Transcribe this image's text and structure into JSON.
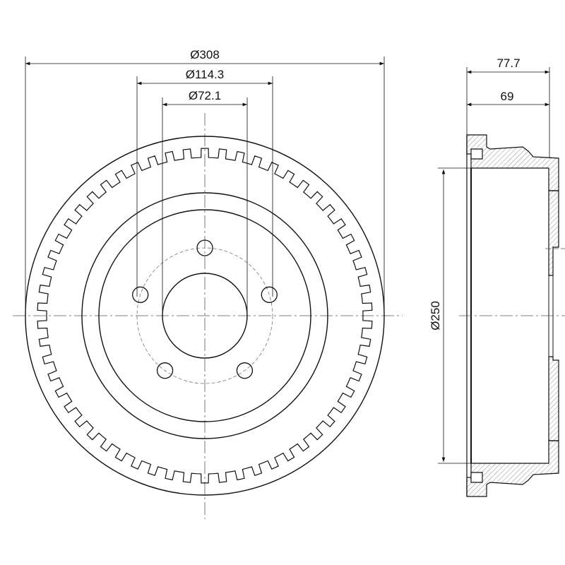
{
  "drawing": {
    "title": "Brake drum technical drawing",
    "dimensions": {
      "outer_diameter": "Ø308",
      "bolt_circle": "Ø114.3",
      "center_bore": "Ø72.1",
      "total_height": "77.7",
      "drum_height": "69",
      "friction_diameter": "Ø250"
    },
    "bolt_holes": 5,
    "abs_teeth": 58,
    "line_color": "#111111"
  }
}
